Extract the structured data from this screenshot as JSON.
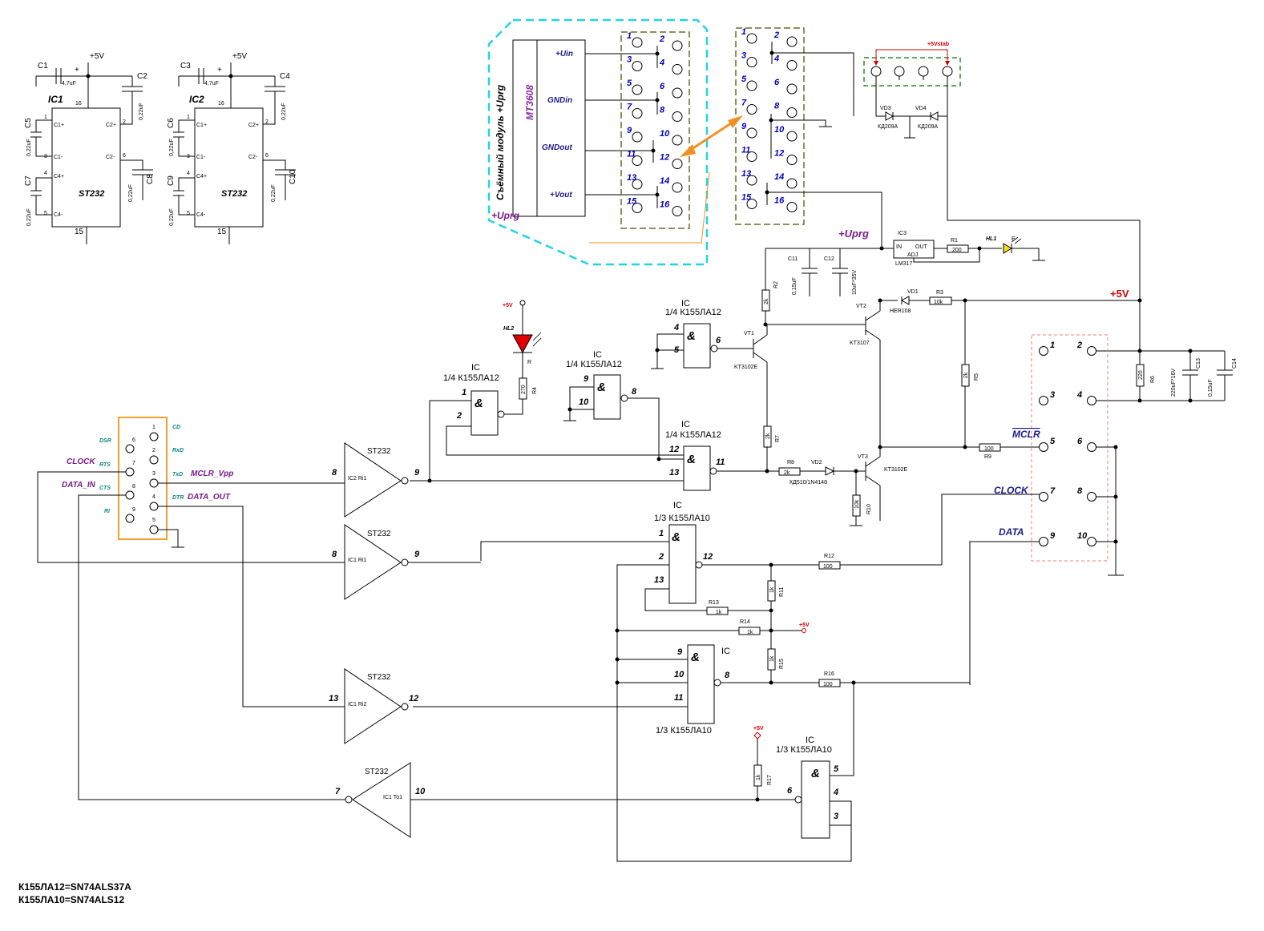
{
  "colors": {
    "wire": "#000000",
    "module_outline": "#22d3e6",
    "header_outline": "#6b6b2a",
    "jumper_outline": "#2a8a2a",
    "db9_outline": "#f0a030",
    "ic_header_outline": "#e88080",
    "arrow": "#f09020",
    "led_red": "#e00000",
    "led_yellow": "#f0e020"
  },
  "top_left": {
    "ic1": {
      "name": "IC1",
      "part": "ST232",
      "p16": "16",
      "p15": "15",
      "p1": "1",
      "p2": "2",
      "p3": "3",
      "p4": "4",
      "p5": "5",
      "p6": "6",
      "c1p": "C1+",
      "c2p": "C2+",
      "c1m": "C1-",
      "c2m": "C2-",
      "c4p": "C4+",
      "c4m": "C4-",
      "c1": "C1",
      "c1v": "4,7uF",
      "c2": "C2",
      "c2v": "0,22uF",
      "c5": "C5",
      "c5v": "0,22uF",
      "c7": "C7",
      "c7v": "0,22uF",
      "c8": "C8",
      "c8v": "0,22uF",
      "vcc": "+5V",
      "plus": "+"
    },
    "ic2": {
      "name": "IC2",
      "part": "ST232",
      "p16": "16",
      "p15": "15",
      "p1": "1",
      "p2": "2",
      "p3": "3",
      "p4": "4",
      "p5": "5",
      "p6": "6",
      "c1p": "C1+",
      "c2p": "C2+",
      "c1m": "C1-",
      "c2m": "C2-",
      "c4p": "C4+",
      "c4m": "C4-",
      "c1": "C3",
      "c1v": "4,7uF",
      "c2": "C4",
      "c2v": "0,22uF",
      "c5": "C6",
      "c5v": "0,22uF",
      "c7": "C9",
      "c7v": "0,22uF",
      "c8": "C10",
      "c8v": "0,22uF",
      "vcc": "+5V",
      "plus": "+"
    }
  },
  "module": {
    "vertical_label": "Съёмный модуль +Uprg",
    "chip": "MT3608",
    "uin": "+Uin",
    "gndin": "GNDin",
    "gndout": "GNDout",
    "vout": "+Vout",
    "uprg": "+Uprg"
  },
  "header_pins": [
    "1",
    "2",
    "3",
    "4",
    "5",
    "6",
    "7",
    "8",
    "9",
    "10",
    "11",
    "12",
    "13",
    "14",
    "15",
    "16"
  ],
  "jumper": {
    "label": "+5Vstab",
    "vd3": "VD3",
    "vd4": "VD4",
    "diode": "КД209А"
  },
  "power": {
    "uprg": "+Uprg",
    "p5v": "+5V",
    "ic3": "IC3",
    "in": "IN",
    "out": "OUT",
    "adj": "ADJ",
    "lm": "LM317",
    "r1": "R1",
    "r1v": "200",
    "hl1": "HL1",
    "e": "E",
    "c11": "C11",
    "c11v": "0,15uF",
    "c12": "C12",
    "c12v": "10uF*35V",
    "r2": "R2",
    "r2v": "2k",
    "vt2": "VT2",
    "vt2p": "KT3107",
    "vd1": "VD1",
    "vd1p": "HER108",
    "r3": "R3",
    "r3v": "10k",
    "vt1": "VT1",
    "vt1p": "KT3102E",
    "r7": "R7",
    "r7v": "2k",
    "r8": "R8",
    "r8v": "2k",
    "vd2": "VD2",
    "vd2p": "КД510/1N4148",
    "vt3": "VT3",
    "vt3p": "KT3102E",
    "r10": "R10",
    "r10v": "10k",
    "r5": "R5",
    "r5v": "2k",
    "r9": "R9",
    "r9v": "100",
    "r6": "R6",
    "r6v": "220",
    "c13": "C13",
    "c13v": "220uF*16V",
    "c14": "C14",
    "c14v": "0,15uF"
  },
  "gates": {
    "ic": "IC",
    "la12": "1/4 К155ЛА12",
    "la10": "1/3 К155ЛА10",
    "amp": "&"
  },
  "led2": {
    "vcc": "+5V",
    "name": "HL2",
    "r": "R",
    "r4": "R4",
    "r4v": "270"
  },
  "db9": {
    "cd": "CD",
    "rxd": "RxD",
    "txd": "TxD",
    "dtr": "DTR",
    "dsr": "DSR",
    "rts": "RTS",
    "cts": "CTS",
    "ri": "RI",
    "pins": [
      "1",
      "2",
      "3",
      "4",
      "5",
      "6",
      "7",
      "8",
      "9"
    ],
    "clock": "CLOCK",
    "data_in": "DATA_IN",
    "mclr": "MCLR_Vpp",
    "data_out": "DATA_OUT"
  },
  "drivers": [
    {
      "part": "ST232",
      "in": "8",
      "out": "9",
      "lbl": "IC2 Ri1"
    },
    {
      "part": "ST232",
      "in": "8",
      "out": "9",
      "lbl": "IC1 Ri1"
    },
    {
      "part": "ST232",
      "in": "13",
      "out": "12",
      "lbl": "IC1 Ri2"
    },
    {
      "part": "ST232",
      "in": "10",
      "out": "7",
      "lbl": "IC1 To1"
    }
  ],
  "lower": {
    "r11": "R11",
    "r12": "R12",
    "r13": "R13",
    "r14": "R14",
    "r15": "R15",
    "r16": "R16",
    "r17": "R17",
    "v1k": "1k",
    "v100": "100",
    "vcc": "+5V"
  },
  "icsp": {
    "pins": [
      "1",
      "2",
      "3",
      "4",
      "5",
      "6",
      "7",
      "8",
      "9",
      "10"
    ],
    "mclr": "MCLR",
    "clock": "CLOCK",
    "data": "DATA"
  },
  "notes": [
    "К155ЛА12=SN74ALS37A",
    "К155ЛА10=SN74ALS12"
  ]
}
